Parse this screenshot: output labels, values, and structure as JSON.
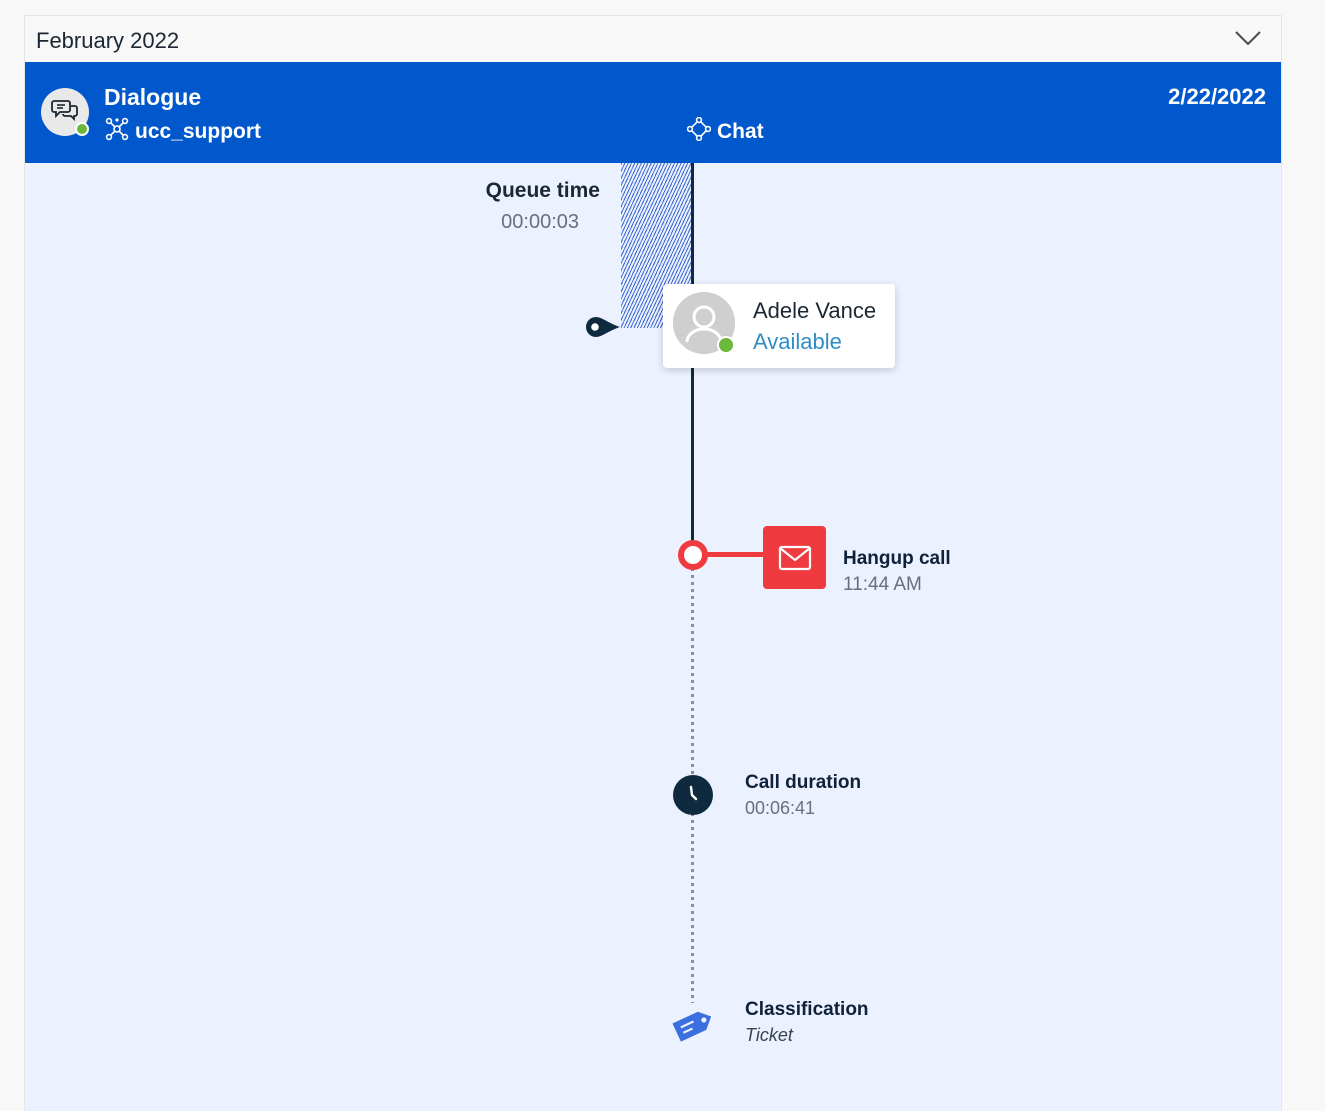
{
  "month_bar": {
    "label": "February 2022"
  },
  "header": {
    "title": "Dialogue",
    "queue": "ucc_support",
    "channel": "Chat",
    "date": "2/22/2022"
  },
  "queue_time": {
    "label": "Queue time",
    "value": "00:00:03"
  },
  "agent": {
    "name": "Adele Vance",
    "status": "Available"
  },
  "events": {
    "hangup": {
      "title": "Hangup call",
      "time": "11:44 AM"
    },
    "duration": {
      "title": "Call duration",
      "value": "00:06:41"
    },
    "classification": {
      "title": "Classification",
      "value": "Ticket"
    }
  },
  "colors": {
    "header_bg": "#0058cc",
    "timeline_bg": "#ebf1fe",
    "hangup_red": "#ef3b40",
    "available": "#2f8ec7",
    "presence_green": "#6bb83a",
    "tag_blue": "#3b6fe0"
  },
  "icons": {
    "chevron": "chevron-down-icon",
    "channel": "chat-icon",
    "queue": "network-icon",
    "channel_type": "diamond-nodes-icon",
    "hangup": "mail-icon",
    "duration": "clock-icon",
    "classification": "tag-icon"
  }
}
